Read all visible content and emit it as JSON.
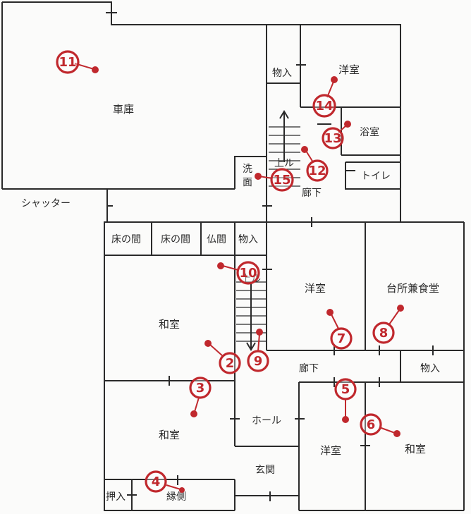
{
  "colors": {
    "wall": "#2a2a2a",
    "marker": "#c0282d",
    "paper": "#fbfbfa"
  },
  "rooms": {
    "garage": "車庫",
    "shutter": "シャッター",
    "storage_top": "物入",
    "western_top": "洋室",
    "bath": "浴室",
    "toilet": "トイレ",
    "wash_a": "洗",
    "wash_b": "面",
    "stair_up_top": "上ル",
    "corridor_top": "廊下",
    "tokonoma_1": "床の間",
    "tokonoma_2": "床の間",
    "butsuma": "仏間",
    "storage_mid": "物入",
    "washitsu_upper": "和室",
    "stair_up_mid": "上ル",
    "western_mid": "洋室",
    "kitchen_dining": "台所兼食堂",
    "corridor_mid": "廊下",
    "storage_right": "物入",
    "hall": "ホール",
    "washitsu_lower": "和室",
    "entrance": "玄関",
    "western_bottom": "洋室",
    "washitsu_right": "和室",
    "oshiire": "押入",
    "engawa": "縁側"
  },
  "markers": [
    {
      "id": "m11",
      "label": "11"
    },
    {
      "id": "m14",
      "label": "14"
    },
    {
      "id": "m13",
      "label": "13"
    },
    {
      "id": "m12",
      "label": "12"
    },
    {
      "id": "m15",
      "label": "15"
    },
    {
      "id": "m10",
      "label": "10"
    },
    {
      "id": "m2",
      "label": "2"
    },
    {
      "id": "m9",
      "label": "9"
    },
    {
      "id": "m7",
      "label": "7"
    },
    {
      "id": "m8",
      "label": "8"
    },
    {
      "id": "m3",
      "label": "3"
    },
    {
      "id": "m5",
      "label": "5"
    },
    {
      "id": "m6",
      "label": "6"
    },
    {
      "id": "m4",
      "label": "4"
    }
  ]
}
